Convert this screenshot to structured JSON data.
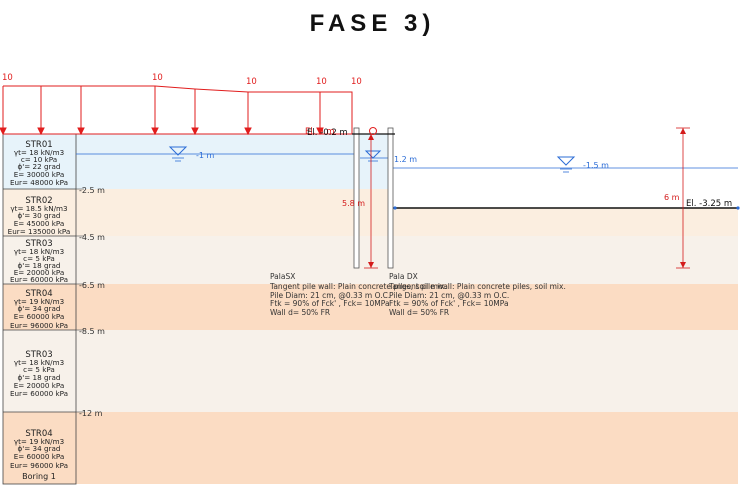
{
  "title": "FASE 3)",
  "colors": {
    "load": "#e11d1d",
    "water": "#2b6cd6",
    "dimension": "#d41b1b",
    "layer_light": "#e7f3fa",
    "layer_tan": "#fbeee0",
    "layer_orange": "#fbdcc3",
    "layer_cream": "#f7f1ea"
  },
  "loads": {
    "values": [
      "10",
      "10",
      "10",
      "10",
      "10"
    ]
  },
  "water_levels": {
    "left": "-1 m",
    "excavation": "1.2 m",
    "right": "-1.5 m"
  },
  "depth_labels": [
    "-2.5 m",
    "-4.5 m",
    "-6.5 m",
    "-8.5 m",
    "-12 m"
  ],
  "elevations": {
    "top": "El. -0.2 m",
    "top_overlap": "El. 0 m",
    "bottom": "El. -3.25 m"
  },
  "dimensions": {
    "left": "5.8 m",
    "right": "6 m"
  },
  "boring": {
    "name": "Boring 1",
    "layers": [
      {
        "name": "STR01",
        "props": [
          "γt= 18 kN/m3",
          "c= 10 kPa",
          "ϕ'= 22 grad",
          "E= 30000 kPa",
          "Eur= 48000 kPa"
        ]
      },
      {
        "name": "STR02",
        "props": [
          "γt= 18.5 kN/m3",
          "ϕ'= 30 grad",
          "E= 45000 kPa",
          "Eur= 135000 kPa"
        ]
      },
      {
        "name": "STR03",
        "props": [
          "γt= 18 kN/m3",
          "c= 5 kPa",
          "ϕ'= 18 grad",
          "E= 20000 kPa",
          "Eur= 60000 kPa"
        ]
      },
      {
        "name": "STR04",
        "props": [
          "γt= 19 kN/m3",
          "ϕ'= 34 grad",
          "E= 60000 kPa",
          "Eur= 96000 kPa"
        ]
      },
      {
        "name": "STR03",
        "props": [
          "γt= 18 kN/m3",
          "c= 5 kPa",
          "ϕ'= 18 grad",
          "E= 20000 kPa",
          "Eur= 60000 kPa"
        ]
      },
      {
        "name": "STR04",
        "props": [
          "γt= 19 kN/m3",
          "ϕ'= 34 grad",
          "E= 60000 kPa",
          "Eur= 96000 kPa"
        ]
      }
    ]
  },
  "walls": [
    {
      "name": "PalaSX",
      "lines": [
        "Tangent pile wall: Plain concrete piles, soil mix.",
        "Pile Diam: 21 cm, @0.33 m O.C.",
        "Ftk = 90% of Fck' , Fck= 10MPa",
        "Wall d= 50% FR"
      ]
    },
    {
      "name": "Pala DX",
      "lines": [
        "Tangent pile wall: Plain concrete piles, soil mix.",
        "Pile Diam: 21 cm, @0.33 m O.C.",
        "Ftk = 90% of Fck' , Fck= 10MPa",
        "Wall d= 50% FR"
      ]
    }
  ]
}
